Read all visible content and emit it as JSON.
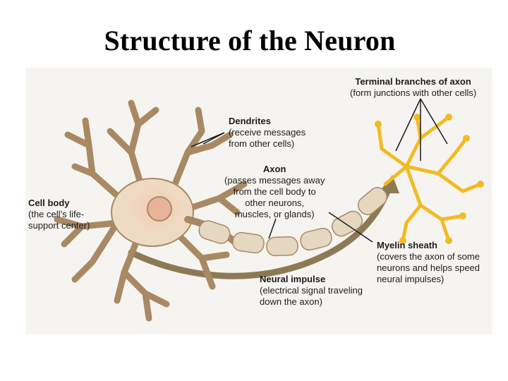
{
  "title": "Structure of the Neuron",
  "labels": {
    "terminal": {
      "name": "Terminal branches of axon",
      "desc": "(form junctions with other cells)"
    },
    "dendrites": {
      "name": "Dendrites",
      "desc1": "(receive messages",
      "desc2": "from other cells)"
    },
    "axon": {
      "name": "Axon",
      "desc1": "(passes messages away",
      "desc2": "from the cell body to",
      "desc3": "other neurons,",
      "desc4": "muscles, or glands)"
    },
    "cell_body": {
      "name": "Cell body",
      "desc1": "(the cell’s life-",
      "desc2": "support center)"
    },
    "myelin": {
      "name": "Myelin sheath",
      "desc1": "(covers the axon of some",
      "desc2": "neurons and helps speed",
      "desc3": "neural impulses)"
    },
    "impulse": {
      "name": "Neural impulse",
      "desc1": "(electrical signal traveling",
      "desc2": "down the axon)"
    }
  },
  "colors": {
    "neuron_fill": "#ecdcc4",
    "neuron_stroke": "#a98963",
    "nucleus": "#e8b497",
    "myelin": "#e6d7c1",
    "axon_terminal": "#f3bb23",
    "impulse_arrow": "#8d7a55"
  }
}
